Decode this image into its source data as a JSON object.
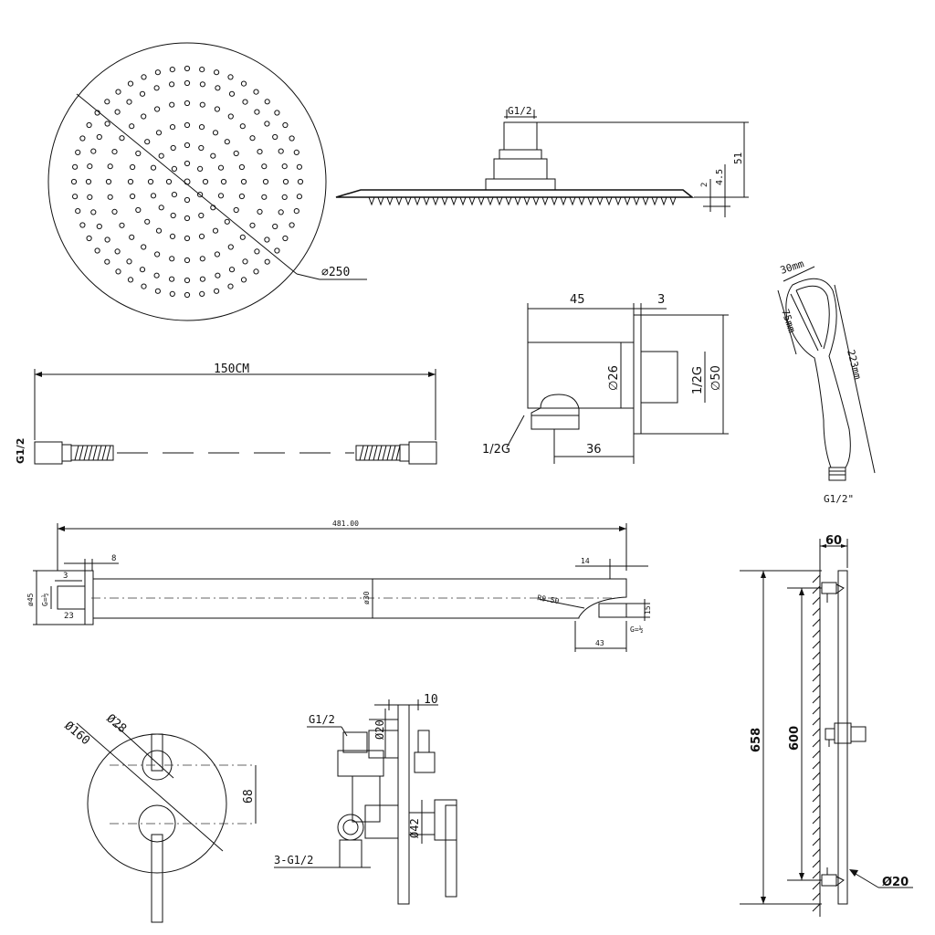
{
  "shower_head": {
    "diameter": "∅250",
    "thread": "G1/2",
    "height": "51",
    "plate": "4.5",
    "edge": "2"
  },
  "hose": {
    "length": "150CM",
    "thread": "G1/2"
  },
  "wall_elbow": {
    "depth": "45",
    "plate": "3",
    "outlet_dia": "∅26",
    "thread_right": "1/2G",
    "flange_dia": "∅50",
    "inlet_thread": "1/2G",
    "offset": "36"
  },
  "hand_shower": {
    "head_width": "30mm",
    "face_height": "75mm",
    "length": "223mm",
    "thread": "G1/2\""
  },
  "shower_arm": {
    "length": "481.00",
    "flange_thick": "8",
    "nut_gap": "3",
    "flange_dia": "ø45",
    "thread_left": "G=½",
    "nut_len": "23",
    "arm_dia": "ø30",
    "radius": "R9.50",
    "end_gap": "14",
    "outlet_h": "15",
    "end_len": "43",
    "thread_right": "G=½"
  },
  "rail": {
    "depth": "60",
    "total": "658",
    "spacing": "600",
    "tube": "Ø20"
  },
  "mixer_plate": {
    "plate_dia": "Ø160",
    "knob_dia": "Ø28",
    "spacing": "68"
  },
  "valve": {
    "plate": "10",
    "thread_top": "G1/2",
    "pipe": "Ø20",
    "body": "Ø42",
    "thread_bottom": "3-G1/2"
  }
}
